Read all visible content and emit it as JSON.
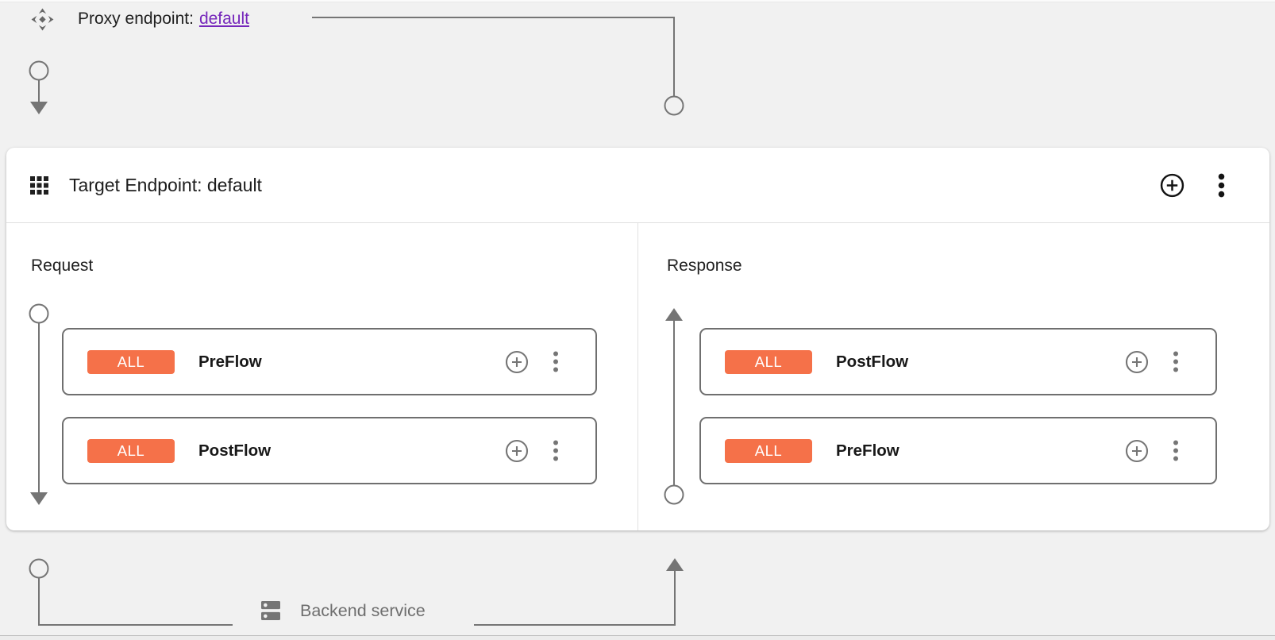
{
  "proxy": {
    "label": "Proxy endpoint:",
    "link_text": "default"
  },
  "target": {
    "title": "Target Endpoint: default",
    "request": {
      "title": "Request",
      "flows": [
        {
          "badge": "ALL",
          "name": "PreFlow"
        },
        {
          "badge": "ALL",
          "name": "PostFlow"
        }
      ]
    },
    "response": {
      "title": "Response",
      "flows": [
        {
          "badge": "ALL",
          "name": "PostFlow"
        },
        {
          "badge": "ALL",
          "name": "PreFlow"
        }
      ]
    }
  },
  "backend": {
    "label": "Backend service"
  },
  "icons": {
    "proxy_endpoint_icon": "move-diamonds",
    "target_endpoint_icon": "grid-3x3",
    "add_button_icon": "circled-plus",
    "overflow_menu_icon": "vertical-dots",
    "backend_service_icon": "dns-stack"
  },
  "colors": {
    "background": "#f1f1f1",
    "card": "#ffffff",
    "badge": "#f57149",
    "link": "#7627bb",
    "connector": "#757575",
    "boxborder": "#6f6f6f",
    "divider": "#e0e0e0",
    "text": "#1f1f1f",
    "muted": "#6e6e6e"
  }
}
